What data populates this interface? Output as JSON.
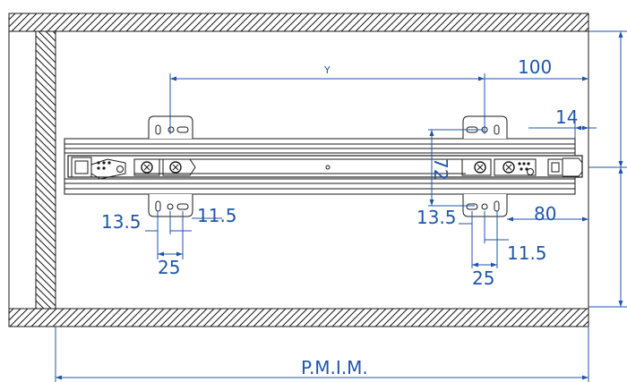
{
  "colors": {
    "dimension": "#1f56a8",
    "ink": "#1a1a1a",
    "paper": "#ffffff"
  },
  "dimensions": {
    "y_label": "Y",
    "front_offset": "100",
    "rail_setback": "14",
    "bracket_height": "72",
    "rear_offset": "80",
    "left_hole_a": "13.5",
    "left_hole_b": "11.5",
    "left_hole_spacing": "25",
    "right_hole_a": "13.5",
    "right_hole_b": "11.5",
    "right_hole_spacing": "25",
    "overall": "P.M.I.M."
  }
}
